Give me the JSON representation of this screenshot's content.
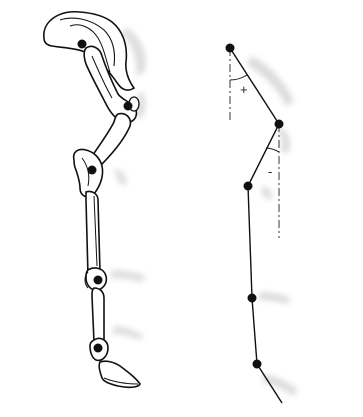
{
  "figure": {
    "background": "#ffffff",
    "ink_color": "#111111",
    "shadow_color": "#d9d9d9",
    "left_panel": {
      "name": "horse-hindlimb-skeleton",
      "joint_markers": [
        "hip-marker",
        "stifle-marker",
        "hock-marker",
        "fetlock-marker",
        "coffin-marker"
      ]
    },
    "right_panel": {
      "name": "joint-angle-stick-figure",
      "upper_angle_sign": "+",
      "lower_angle_sign": "-"
    }
  }
}
